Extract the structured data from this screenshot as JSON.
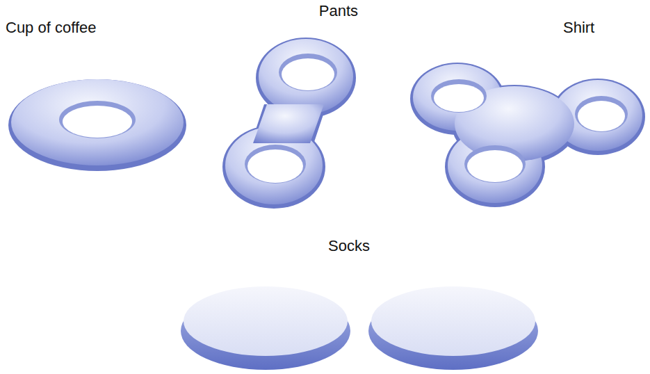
{
  "diagram": {
    "labels": [
      "Cup of coffee",
      "Pants",
      "Shirt",
      "Socks"
    ]
  }
}
